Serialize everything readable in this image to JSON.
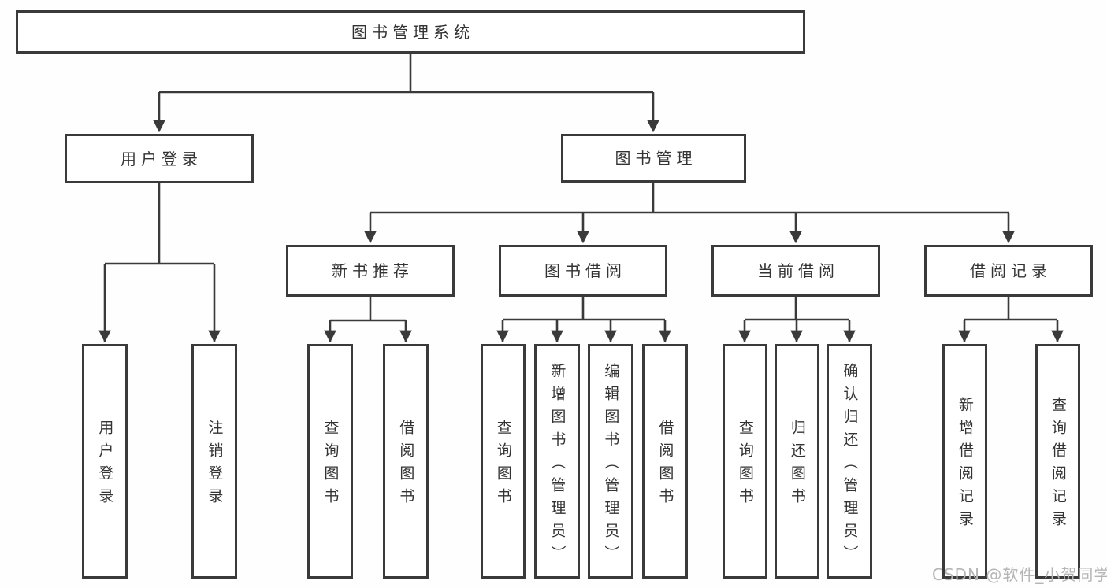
{
  "diagram": {
    "root": {
      "label": "图书管理系统"
    },
    "branches": [
      {
        "label": "用户登录",
        "leaves": [
          {
            "label": "用户登录"
          },
          {
            "label": "注销登录"
          }
        ]
      },
      {
        "label": "图书管理",
        "groups": [
          {
            "label": "新书推荐",
            "leaves": [
              {
                "label": "查询图书"
              },
              {
                "label": "借阅图书"
              }
            ]
          },
          {
            "label": "图书借阅",
            "leaves": [
              {
                "label": "查询图书"
              },
              {
                "label": "新增图书（管理员）"
              },
              {
                "label": "编辑图书（管理员）"
              },
              {
                "label": "借阅图书"
              }
            ]
          },
          {
            "label": "当前借阅",
            "leaves": [
              {
                "label": "查询图书"
              },
              {
                "label": "归还图书"
              },
              {
                "label": "确认归还（管理员）"
              }
            ]
          },
          {
            "label": "借阅记录",
            "leaves": [
              {
                "label": "新增借阅记录"
              },
              {
                "label": "查询借阅记录"
              }
            ]
          }
        ]
      }
    ]
  },
  "watermark": {
    "text": "CSDN @软件_小贺同学"
  },
  "colors": {
    "line": "#3a3a3a",
    "text": "#333333",
    "box_background": "#ffffff",
    "watermark": "#b5b5b5"
  }
}
